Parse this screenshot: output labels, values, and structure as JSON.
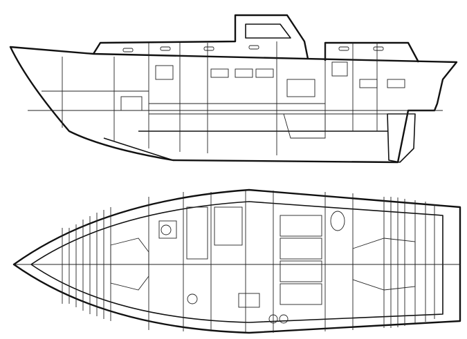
{
  "colors": {
    "line": "#111111",
    "background": "#ffffff"
  },
  "views": [
    {
      "id": "profile",
      "kind": "sailboat-profile-section"
    },
    {
      "id": "plan",
      "kind": "sailboat-accommodation-plan"
    }
  ]
}
